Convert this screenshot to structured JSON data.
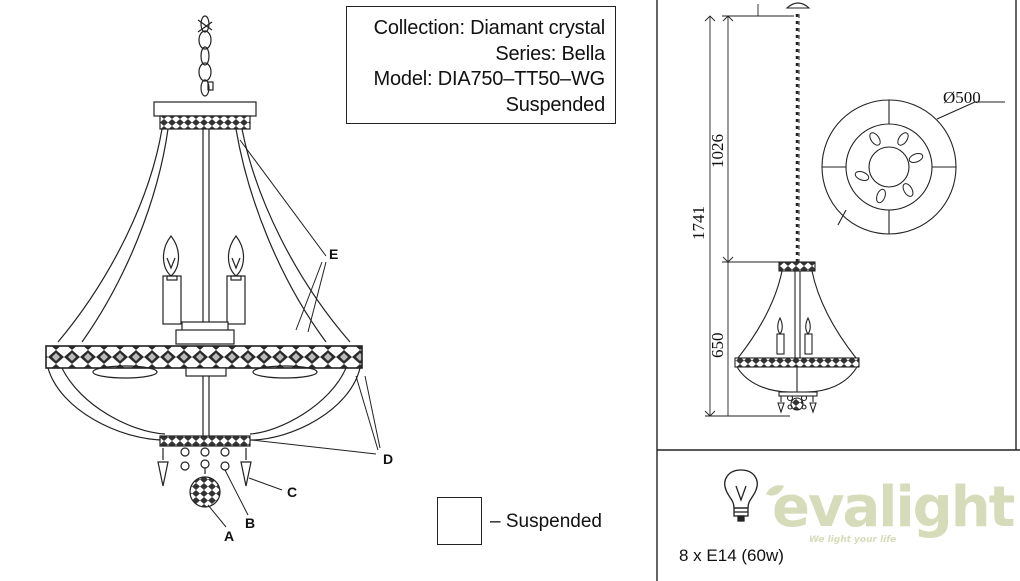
{
  "info_box": {
    "collection": "Collection: Diamant crystal",
    "series": "Series: Bella",
    "model": "Model: DIA750–TT50–WG",
    "mount": "Suspended"
  },
  "callouts": {
    "e": "E",
    "d": "D",
    "c": "C",
    "b": "B",
    "a": "A"
  },
  "legend": {
    "icon": "suspended-mount-icon",
    "text": "– Suspended"
  },
  "dimensions": {
    "diameter": "Ø500",
    "total_height": "1741",
    "chain_length": "1026",
    "body_height": "650"
  },
  "bulb": {
    "icon": "light-bulb-icon",
    "spec": "8 x E14 (60w)"
  },
  "brand": {
    "name": "evalight",
    "tagline": "We light your life"
  },
  "colors": {
    "line": "#222222",
    "brand_watermark": "#d6dcb9"
  }
}
